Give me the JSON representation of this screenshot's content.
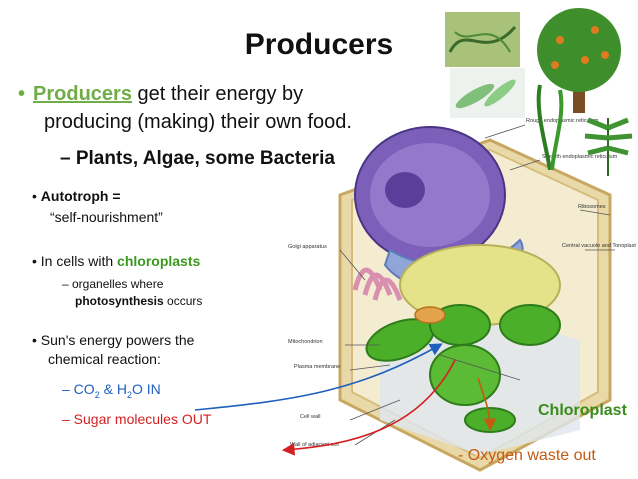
{
  "slide": {
    "title": "Producers",
    "bullet1": {
      "keyword": "Producers",
      "text_a": " get their energy by",
      "text_b": "producing (making) their own food.",
      "sub": "– Plants, Algae, some Bacteria"
    },
    "autotroph": {
      "label": "Autotroph =",
      "meaning": "“self-nourishment”"
    },
    "cells": {
      "text": "In cells with ",
      "keyword": "chloroplasts",
      "sub_a": "– organelles where",
      "sub_b_key": "photosynthesis",
      "sub_b_rest": " occurs"
    },
    "sun": {
      "line_a": "Sun's energy powers the",
      "line_b": "chemical reaction:",
      "in_pre": "– CO",
      "in_sub": "2",
      "in_mid": " & H",
      "in_sub2": "2",
      "in_post": "O IN",
      "out": "– Sugar molecules OUT"
    },
    "chloroplast_label": "Chloroplast",
    "oxygen_label": "- Oxygen waste out",
    "diagram_labels": {
      "rough_er": "Rough endoplasmic reticulum",
      "smooth_er": "Smooth endoplasmic reticulum",
      "ribosomes": "Ribosomes",
      "vacuole": "Central vacuole and Tonoplast",
      "golgi": "Golgi apparatus",
      "mitochondrion": "Mitochondrion",
      "plasma_membrane": "Plasma membrane",
      "cell_wall": "Cell wall",
      "adjacent_wall": "Wall of adjacent cell"
    },
    "colors": {
      "accent_green": "#70ad47",
      "blue": "#1f5fbf",
      "red": "#d42020",
      "orange": "#c55a11"
    }
  }
}
